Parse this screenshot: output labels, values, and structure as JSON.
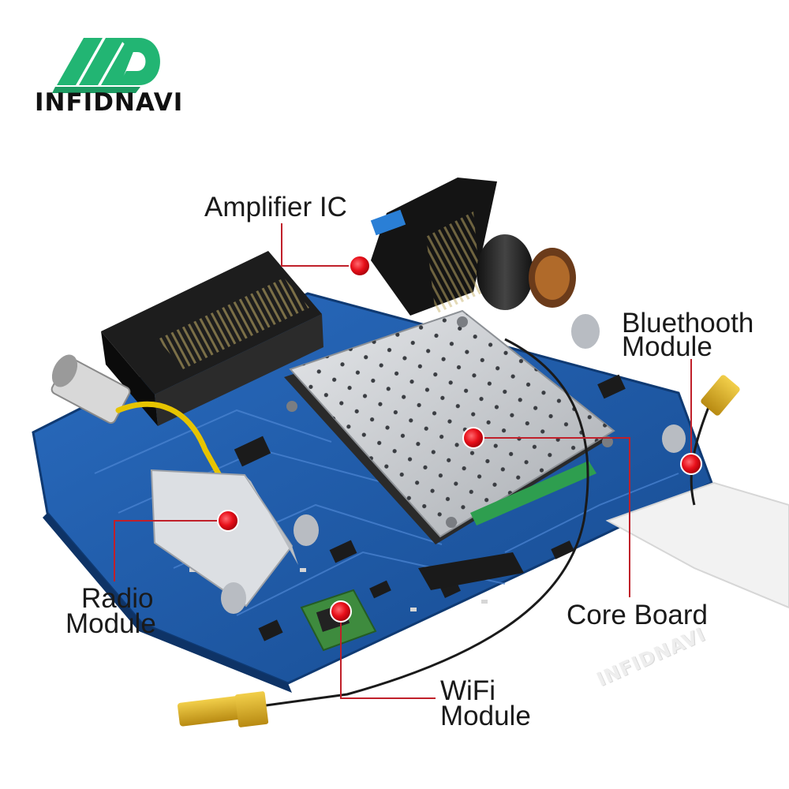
{
  "brand": {
    "name": "INFIDNAVI",
    "watermark": "INFIDNAVI",
    "colors": {
      "logo_green": "#22b573",
      "text": "#111111"
    }
  },
  "callouts": {
    "amplifier_ic": "Amplifier IC",
    "bluetooth_line1": "Bluethooth",
    "bluetooth_line2": "Module",
    "radio_line1": "Radio",
    "radio_line2": "Module",
    "core_board": "Core Board",
    "wifi_line1": "WiFi",
    "wifi_line2": "Module"
  },
  "colors": {
    "pcb_blue": "#1f5aa8",
    "heatsink": "#c9ccd0",
    "marker_red": "#e8101a",
    "leader_line": "#c0202a"
  }
}
